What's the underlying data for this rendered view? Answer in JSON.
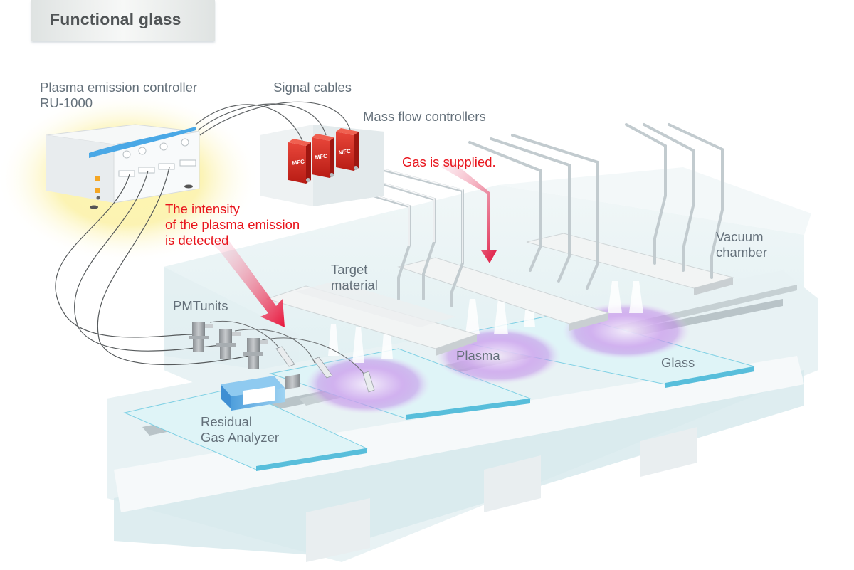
{
  "title": "Functional glass",
  "labels": {
    "controller_line1": "Plasma emission controller",
    "controller_line2": "RU-1000",
    "signal_cables": "Signal cables",
    "mass_flow_controllers": "Mass flow controllers",
    "gas_supplied": "Gas is supplied.",
    "intensity_line1": "The intensity",
    "intensity_line2": "of the plasma emission",
    "intensity_line3": "is detected",
    "target_line1": "Target",
    "target_line2": "material",
    "vacuum_line1": "Vacuum",
    "vacuum_line2": "chamber",
    "pmt_units": "PMTunits",
    "plasma": "Plasma",
    "glass": "Glass",
    "rga_line1": "Residual",
    "rga_line2": "Gas Analyzer"
  },
  "mfc_units": [
    "MFC",
    "MFC",
    "MFC"
  ],
  "colors": {
    "annotation_red": "#e8141c",
    "label_gray": "#64707a",
    "mfc_red": "#d42a1e",
    "plasma_violet": "#c69be8",
    "glass_cyan": "#5fc0dc",
    "controller_accent": "#4aa8e6"
  }
}
